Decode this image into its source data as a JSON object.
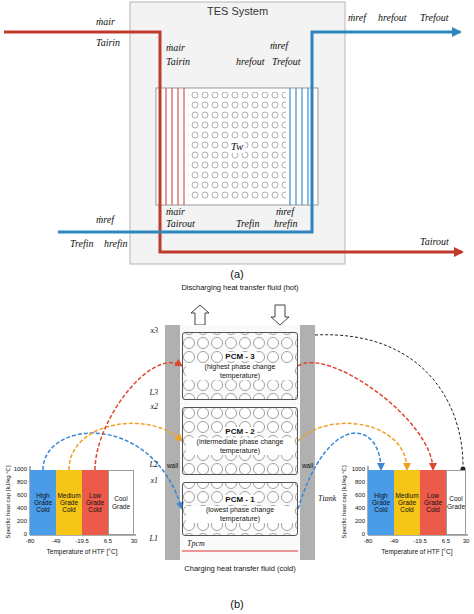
{
  "diagram": {
    "nodes": [
      {
        "text": [
          "TES System"
        ]
      },
      {
        "text": [
          "PCM - 3",
          "(highest phase change temperature)"
        ]
      },
      {
        "text": [
          "PCM - 2",
          "(intermediate phase change temperature)"
        ]
      },
      {
        "text": [
          "PCM - 1",
          "(lowest phase change temperature)"
        ]
      },
      {
        "text": [
          "High Grade Cold"
        ]
      },
      {
        "text": [
          "Medium Grade Cold"
        ]
      },
      {
        "text": [
          "Low Grade Cold"
        ]
      },
      {
        "text": [
          "Cool Grade"
        ]
      },
      {
        "text": [
          "High Grade Cold"
        ]
      },
      {
        "text": [
          "Medium Grade Cold"
        ]
      },
      {
        "text": [
          "Low Grade Cold"
        ]
      },
      {
        "text": [
          "Cool Grade"
        ]
      }
    ],
    "edges": [
      {
        "from": 4,
        "to": 3,
        "arrow": "to"
      },
      {
        "from": 5,
        "to": 2,
        "arrow": "to"
      },
      {
        "from": 6,
        "to": 1,
        "arrow": "to"
      },
      {
        "from": 1,
        "to": 10,
        "arrow": "to"
      },
      {
        "from": 2,
        "to": 9,
        "arrow": "to"
      },
      {
        "from": 3,
        "to": 8,
        "arrow": "to"
      }
    ],
    "labels": [
      "ṁair",
      "Tairin",
      "ṁair",
      "Tairin",
      "Tw",
      "ṁref",
      "hrefout",
      "Trefout",
      "ṁref",
      "hrefout",
      "Trefout",
      "ṁair",
      "Tairout",
      "ṁref",
      "Trefin",
      "hrefin",
      "ṁref",
      "Trefin",
      "hrefin",
      "Tairout",
      "(a)",
      "Discharging heat transfer fluid (hot)",
      "Charging heat transfer fluid (cold)",
      "L3",
      "x3",
      "L2",
      "x2",
      "L1",
      "x1",
      "wall",
      "wall",
      "Ttank",
      "Tpcm",
      "Specific heat cap [kJ/kg °C]",
      "0",
      "200",
      "400",
      "600",
      "800",
      "1000",
      "-80",
      "-49",
      "-19.5",
      "6.5",
      "30",
      "Temperature of HTF [°C]",
      "Specific heat cap [kJ/kg °C]",
      "0",
      "200",
      "400",
      "600",
      "800",
      "1000",
      "-80",
      "-49",
      "-19.5",
      "6.5",
      "30",
      "Temperature of HTF [°C]",
      "(b)"
    ]
  }
}
